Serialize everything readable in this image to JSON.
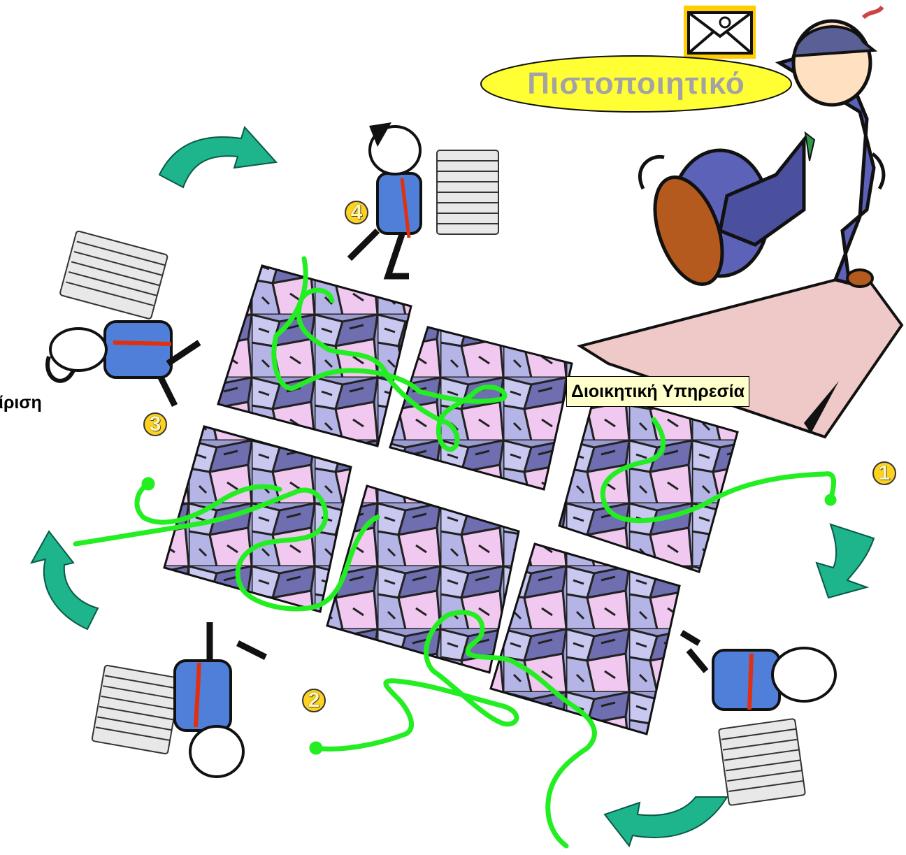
{
  "certificate": {
    "label": "Πιστοποιητικό",
    "icon": "envelope-icon"
  },
  "service": {
    "label": "Διοικητική Υπηρεσία"
  },
  "left_label": {
    "text": "ίριση"
  },
  "steps": [
    "1",
    "2",
    "3",
    "4"
  ],
  "colors": {
    "arrow": "#1eb48c",
    "path": "#22ee22",
    "shirt": "#4f7fd8",
    "suit": "#5c62b8",
    "maze": "#8c8cc8",
    "maze_pink": "#f0c8f0",
    "badge": "#ffd21f",
    "certificate_ellipse": "#ffff33",
    "service_box": "#ffffcc",
    "carpet": "#efc8c8"
  }
}
